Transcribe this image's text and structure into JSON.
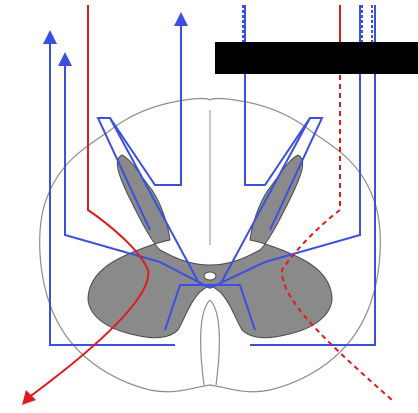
{
  "diagram": {
    "description_visible_text": "",
    "colors": {
      "background": "#ffffff",
      "outline": "#8c8c8c",
      "gray_matter": "#8a8a8a",
      "gray_matter_edge": "#4a4a4a",
      "ascending_tract": "#3b4fe0",
      "descending_tract": "#e01b1b",
      "redaction_bar": "#000000"
    },
    "icons": {
      "ascending_arrowhead": "arrow-up-icon",
      "descending_arrowhead": "arrow-down-left-icon"
    },
    "tracts": {
      "ascending_count": 5,
      "descending_count": 2,
      "dashed_tracts": 2
    }
  }
}
